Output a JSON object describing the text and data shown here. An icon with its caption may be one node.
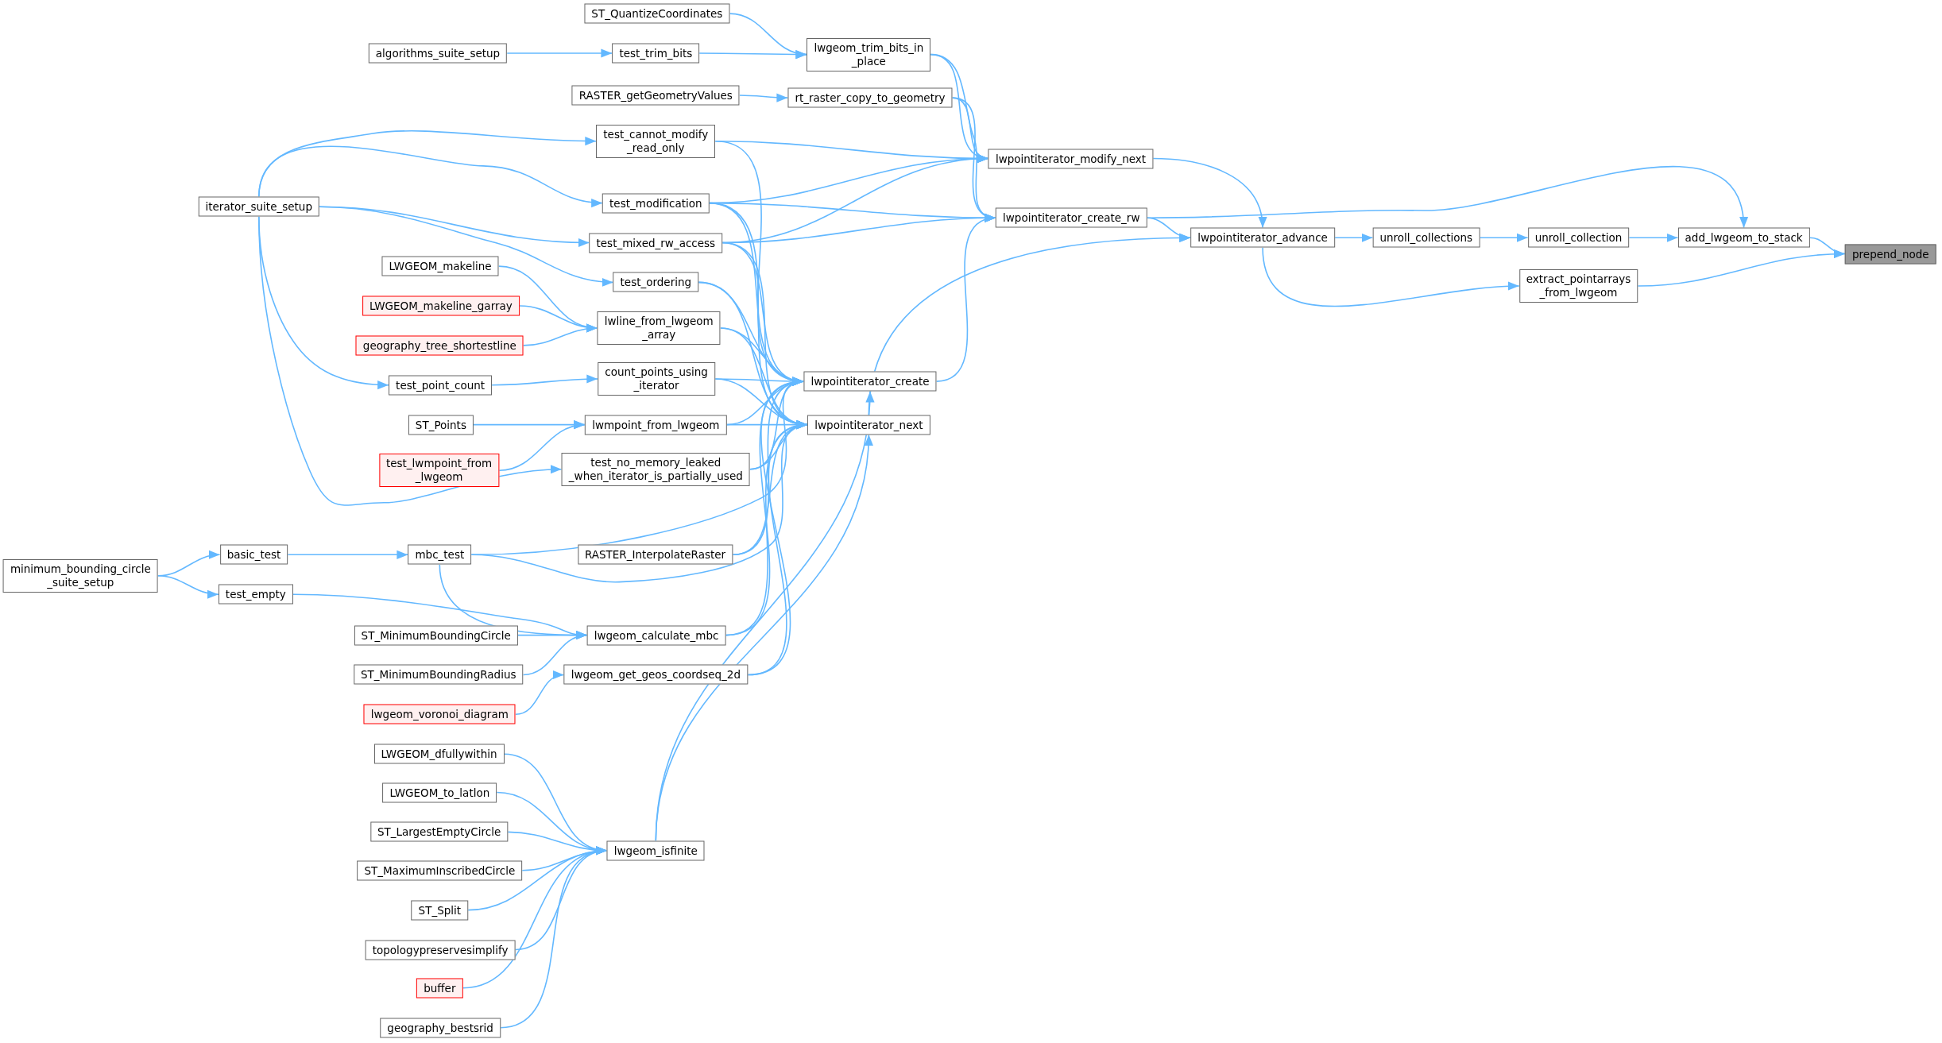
{
  "diagram": {
    "nodes": [
      {
        "text": [
          "ST_QuantizeCoordinates"
        ]
      },
      {
        "text": [
          "lwgeom_trim_bits_in _place"
        ]
      },
      {
        "text": [
          "algorithms_suite_setup"
        ]
      },
      {
        "text": [
          "test_trim_bits"
        ]
      },
      {
        "text": [
          "RASTER_getGeometryValues"
        ]
      },
      {
        "text": [
          "rt_raster_copy_to_geometry"
        ]
      },
      {
        "text": [
          "test_cannot_modify _read_only"
        ]
      },
      {
        "text": [
          "lwpointiterator_modify_next"
        ]
      },
      {
        "text": [
          "iterator_suite_setup"
        ]
      },
      {
        "text": [
          "test_modification"
        ]
      },
      {
        "text": [
          "lwpointiterator_create_rw"
        ]
      },
      {
        "text": [
          "lwpointiterator_advance"
        ]
      },
      {
        "text": [
          "unroll_collections"
        ]
      },
      {
        "text": [
          "unroll_collection"
        ]
      },
      {
        "text": [
          "add_lwgeom_to_stack"
        ]
      },
      {
        "text": [
          "prepend_node"
        ]
      },
      {
        "text": [
          "test_mixed_rw_access"
        ]
      },
      {
        "text": [
          "extract_pointarrays _from_lwgeom"
        ]
      },
      {
        "text": [
          "LWGEOM_makeline"
        ]
      },
      {
        "text": [
          "test_ordering"
        ]
      },
      {
        "text": [
          "LWGEOM_makeline_garray"
        ]
      },
      {
        "text": [
          "lwline_from_lwgeom _array"
        ]
      },
      {
        "text": [
          "geography_tree_shortestline"
        ]
      },
      {
        "text": [
          "count_points_using _iterator"
        ]
      },
      {
        "text": [
          "lwpointiterator_create"
        ]
      },
      {
        "text": [
          "test_point_count"
        ]
      },
      {
        "text": [
          "ST_Points"
        ]
      },
      {
        "text": [
          "lwmpoint_from_lwgeom"
        ]
      },
      {
        "text": [
          "lwpointiterator_next"
        ]
      },
      {
        "text": [
          "test_lwmpoint_from _lwgeom"
        ]
      },
      {
        "text": [
          "test_no_memory_leaked _when_iterator_is_partially_used"
        ]
      },
      {
        "text": [
          "RASTER_InterpolateRaster"
        ]
      },
      {
        "text": [
          "basic_test"
        ]
      },
      {
        "text": [
          "mbc_test"
        ]
      },
      {
        "text": [
          "minimum_bounding_circle _suite_setup"
        ]
      },
      {
        "text": [
          "test_empty"
        ]
      },
      {
        "text": [
          "ST_MinimumBoundingCircle"
        ]
      },
      {
        "text": [
          "lwgeom_calculate_mbc"
        ]
      },
      {
        "text": [
          "ST_MinimumBoundingRadius"
        ]
      },
      {
        "text": [
          "lwgeom_get_geos_coordseq_2d"
        ]
      },
      {
        "text": [
          "lwgeom_voronoi_diagram"
        ]
      },
      {
        "text": [
          "LWGEOM_dfullywithin"
        ]
      },
      {
        "text": [
          "LWGEOM_to_latlon"
        ]
      },
      {
        "text": [
          "ST_LargestEmptyCircle"
        ]
      },
      {
        "text": [
          "ST_MaximumInscribedCircle"
        ]
      },
      {
        "text": [
          "lwgeom_isfinite"
        ]
      },
      {
        "text": [
          "ST_Split"
        ]
      },
      {
        "text": [
          "topologypreservesimplify"
        ]
      },
      {
        "text": [
          "buffer"
        ]
      },
      {
        "text": [
          "geography_bestsrid"
        ]
      }
    ],
    "edges": [
      {
        "from": 0,
        "to": 1,
        "arrow": "to"
      },
      {
        "from": 2,
        "to": 3,
        "arrow": "to"
      },
      {
        "from": 3,
        "to": 1,
        "arrow": "to"
      },
      {
        "from": 1,
        "to": 7,
        "arrow": "to"
      },
      {
        "from": 1,
        "to": 10,
        "arrow": "to"
      },
      {
        "from": 4,
        "to": 5,
        "arrow": "to"
      },
      {
        "from": 5,
        "to": 7,
        "arrow": "to"
      },
      {
        "from": 5,
        "to": 10,
        "arrow": "to"
      },
      {
        "from": 6,
        "to": 7,
        "arrow": "to"
      },
      {
        "from": 6,
        "to": 24,
        "arrow": "to"
      },
      {
        "from": 8,
        "to": 6,
        "arrow": "to"
      },
      {
        "from": 8,
        "to": 9,
        "arrow": "to"
      },
      {
        "from": 8,
        "to": 16,
        "arrow": "to"
      },
      {
        "from": 8,
        "to": 19,
        "arrow": "to"
      },
      {
        "from": 8,
        "to": 25,
        "arrow": "to"
      },
      {
        "from": 8,
        "to": 30,
        "arrow": "to"
      },
      {
        "from": 9,
        "to": 7,
        "arrow": "to"
      },
      {
        "from": 9,
        "to": 10,
        "arrow": "to"
      },
      {
        "from": 9,
        "to": 24,
        "arrow": "to"
      },
      {
        "from": 9,
        "to": 28,
        "arrow": "to"
      },
      {
        "from": 16,
        "to": 7,
        "arrow": "to"
      },
      {
        "from": 16,
        "to": 10,
        "arrow": "to"
      },
      {
        "from": 16,
        "to": 24,
        "arrow": "to"
      },
      {
        "from": 16,
        "to": 28,
        "arrow": "to"
      },
      {
        "from": 7,
        "to": 11,
        "arrow": "to"
      },
      {
        "from": 10,
        "to": 11,
        "arrow": "to"
      },
      {
        "from": 11,
        "to": 12,
        "arrow": "to"
      },
      {
        "from": 12,
        "to": 13,
        "arrow": "to"
      },
      {
        "from": 13,
        "to": 14,
        "arrow": "to"
      },
      {
        "from": 14,
        "to": 15,
        "arrow": "to"
      },
      {
        "from": 10,
        "to": 14,
        "arrow": "to"
      },
      {
        "from": 11,
        "to": 17,
        "arrow": "to"
      },
      {
        "from": 17,
        "to": 15,
        "arrow": "to"
      },
      {
        "from": 28,
        "to": 11,
        "arrow": "to"
      },
      {
        "from": 24,
        "to": 10,
        "arrow": "to"
      },
      {
        "from": 19,
        "to": 24,
        "arrow": "to"
      },
      {
        "from": 19,
        "to": 28,
        "arrow": "to"
      },
      {
        "from": 18,
        "to": 21,
        "arrow": "to"
      },
      {
        "from": 20,
        "to": 21,
        "arrow": "to"
      },
      {
        "from": 22,
        "to": 21,
        "arrow": "to"
      },
      {
        "from": 21,
        "to": 24,
        "arrow": "to"
      },
      {
        "from": 21,
        "to": 28,
        "arrow": "to"
      },
      {
        "from": 25,
        "to": 23,
        "arrow": "to"
      },
      {
        "from": 23,
        "to": 24,
        "arrow": "to"
      },
      {
        "from": 23,
        "to": 28,
        "arrow": "to"
      },
      {
        "from": 26,
        "to": 27,
        "arrow": "to"
      },
      {
        "from": 29,
        "to": 27,
        "arrow": "to"
      },
      {
        "from": 27,
        "to": 24,
        "arrow": "to"
      },
      {
        "from": 27,
        "to": 28,
        "arrow": "to"
      },
      {
        "from": 30,
        "to": 24,
        "arrow": "to"
      },
      {
        "from": 30,
        "to": 28,
        "arrow": "to"
      },
      {
        "from": 31,
        "to": 24,
        "arrow": "to"
      },
      {
        "from": 31,
        "to": 28,
        "arrow": "to"
      },
      {
        "from": 34,
        "to": 32,
        "arrow": "to"
      },
      {
        "from": 34,
        "to": 35,
        "arrow": "to"
      },
      {
        "from": 32,
        "to": 33,
        "arrow": "to"
      },
      {
        "from": 33,
        "to": 24,
        "arrow": "to"
      },
      {
        "from": 33,
        "to": 28,
        "arrow": "to"
      },
      {
        "from": 33,
        "to": 37,
        "arrow": "to"
      },
      {
        "from": 35,
        "to": 37,
        "arrow": "to"
      },
      {
        "from": 36,
        "to": 37,
        "arrow": "to"
      },
      {
        "from": 38,
        "to": 37,
        "arrow": "to"
      },
      {
        "from": 37,
        "to": 24,
        "arrow": "to"
      },
      {
        "from": 37,
        "to": 28,
        "arrow": "to"
      },
      {
        "from": 40,
        "to": 39,
        "arrow": "to"
      },
      {
        "from": 39,
        "to": 24,
        "arrow": "to"
      },
      {
        "from": 39,
        "to": 28,
        "arrow": "to"
      },
      {
        "from": 41,
        "to": 45,
        "arrow": "to"
      },
      {
        "from": 42,
        "to": 45,
        "arrow": "to"
      },
      {
        "from": 43,
        "to": 45,
        "arrow": "to"
      },
      {
        "from": 44,
        "to": 45,
        "arrow": "to"
      },
      {
        "from": 46,
        "to": 45,
        "arrow": "to"
      },
      {
        "from": 47,
        "to": 45,
        "arrow": "to"
      },
      {
        "from": 48,
        "to": 45,
        "arrow": "to"
      },
      {
        "from": 49,
        "to": 45,
        "arrow": "to"
      },
      {
        "from": 45,
        "to": 24,
        "arrow": "to"
      },
      {
        "from": 45,
        "to": 28,
        "arrow": "to"
      }
    ]
  }
}
